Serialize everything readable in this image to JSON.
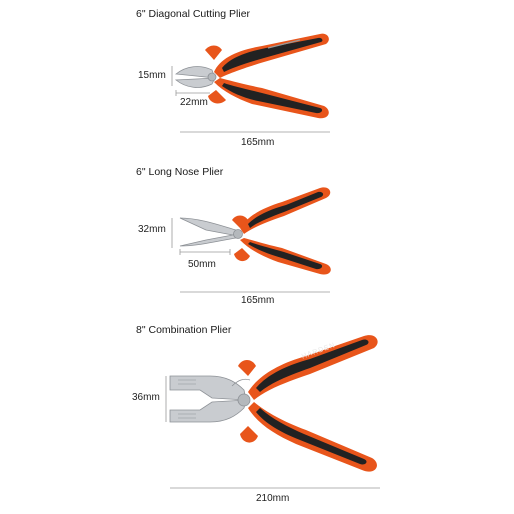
{
  "tools": [
    {
      "title": "6\" Diagonal Cutting Plier",
      "jaw_opening": "15mm",
      "jaw_length": "22mm",
      "overall_length": "165mm"
    },
    {
      "title": "6\" Long Nose Plier",
      "jaw_opening": "32mm",
      "jaw_length": "50mm",
      "overall_length": "165mm"
    },
    {
      "title": "8\" Combination Plier",
      "jaw_opening": "36mm",
      "overall_length": "210mm",
      "brand": "HARDEN"
    }
  ],
  "colors": {
    "handle_orange": "#e8551b",
    "handle_black": "#222222",
    "steel": "#c9ccd0",
    "steel_dark": "#8d9196",
    "dimension_line": "#9a9a9a"
  }
}
